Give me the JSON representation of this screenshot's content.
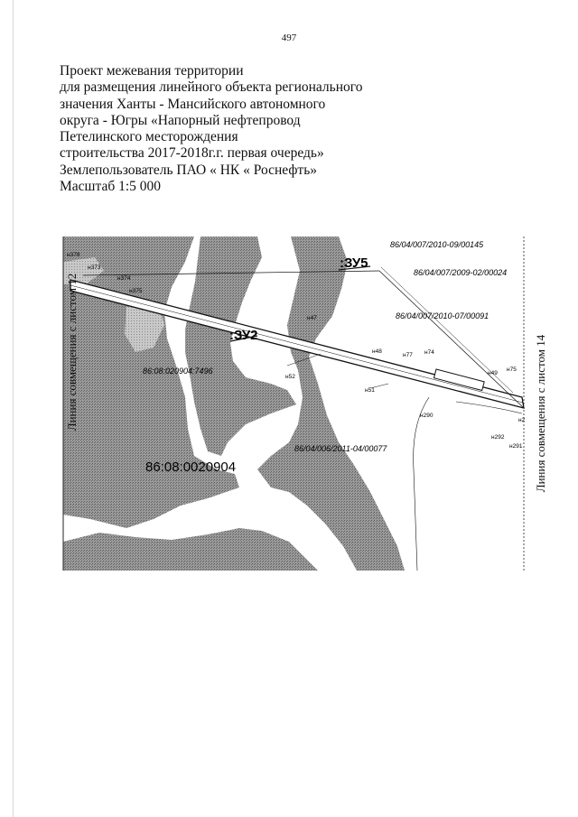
{
  "page_number": "497",
  "title_lines": [
    "Проект межевания территории",
    "для размещения линейного объекта регионального",
    "значения Ханты - Мансийского автономного",
    "округа - Югры «Напорный нефтепровод",
    "Петелинского месторождения",
    "строительства 2017-2018г.г. первая очередь»",
    "Землепользователь ПАО « НК « Роснефть»",
    "Масштаб 1:5 000"
  ],
  "map": {
    "side_labels": {
      "left": "Линия совмещения с листом 12",
      "right": "Линия совмещения с листом 14"
    },
    "parcel_labels": {
      "zu5": ":ЗУ5",
      "zu2": ":ЗУ2",
      "quarter": "86:08:0020904"
    },
    "cadastral_numbers": {
      "c145": "86/04/007/2010-09/00145",
      "c024": "86/04/007/2009-02/00024",
      "c091": "86/04/007/2010-07/00091",
      "c7496": "86:08:020904:7496",
      "c077": "86/04/006/2011-04/00077"
    },
    "points": {
      "n378": "н378",
      "n373": "н373",
      "n374": "н374",
      "n375": "н375",
      "n47": "н47",
      "n48": "н48",
      "n77": "н77",
      "n74": "н74",
      "n49": "н49",
      "n75": "н75",
      "n52": "н52",
      "n51": "н51",
      "n290": "н290",
      "n292": "н292",
      "n291": "н291",
      "n2": "н2"
    },
    "colors": {
      "forest": "#8e8e8e",
      "lines": "#111111",
      "background": "#ffffff"
    }
  }
}
